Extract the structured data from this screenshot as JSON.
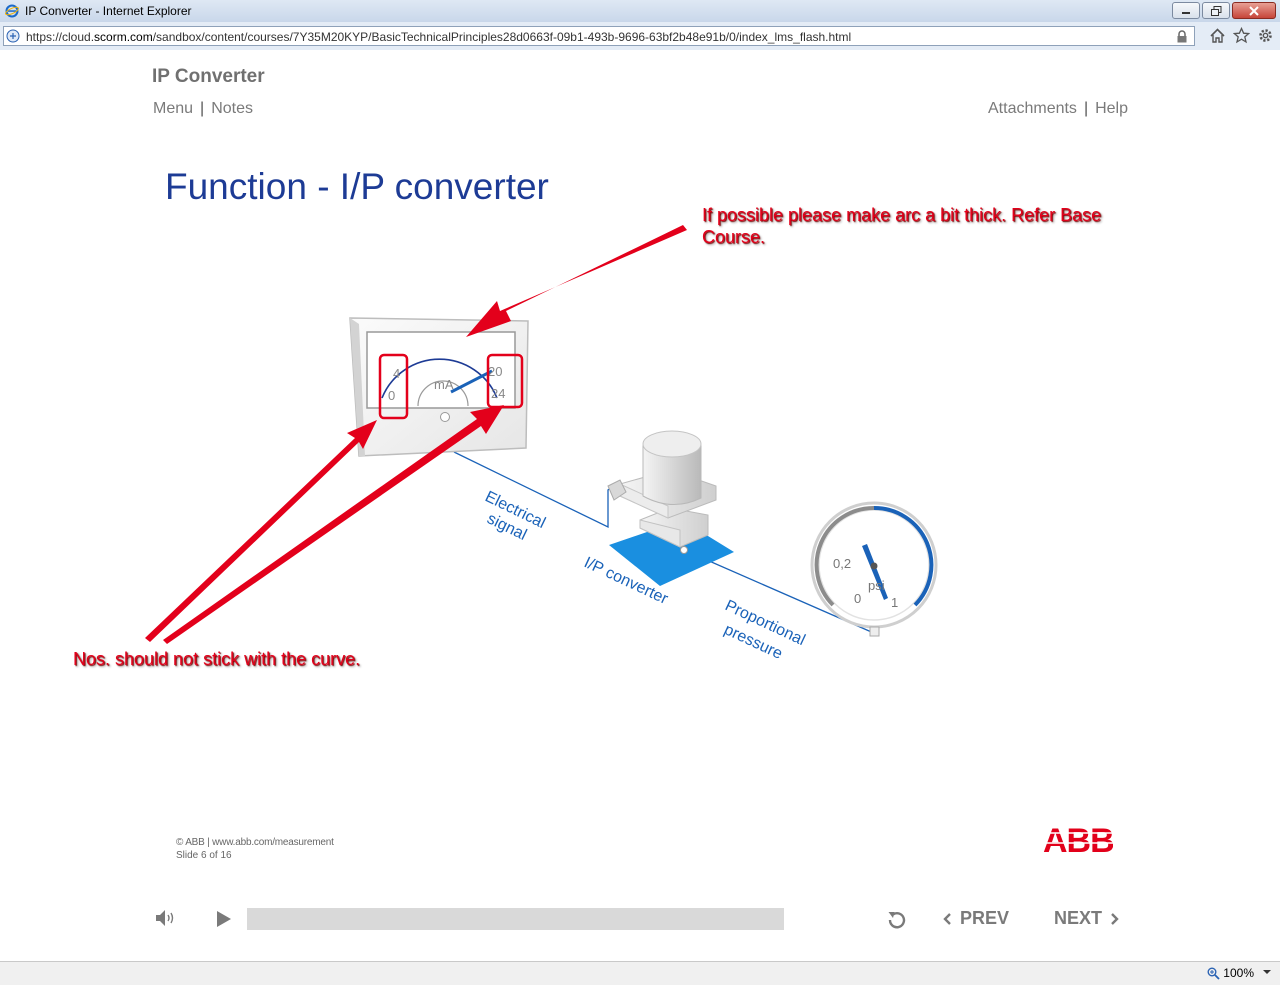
{
  "window": {
    "title": "IP Converter - Internet Explorer",
    "url_prefix": "https://cloud.",
    "url_domain": "scorm.com",
    "url_path": "/sandbox/content/courses/7Y35M20KYP/BasicTechnicalPrinciples28d0663f-09b1-493b-9696-63bf2b48e91b/0/index_lms_flash.html",
    "zoom": "100%"
  },
  "course": {
    "title": "IP Converter",
    "nav_left": [
      "Menu",
      "Notes"
    ],
    "nav_right": [
      "Attachments",
      "Help"
    ]
  },
  "slide": {
    "heading": "Function - I/P converter",
    "meter": {
      "unit": "mA",
      "ticks_left": [
        "4",
        "0"
      ],
      "ticks_right": [
        "20",
        "24"
      ]
    },
    "labels": {
      "electrical_line1": "Electrical",
      "electrical_line2": "signal",
      "converter": "I/P converter",
      "pressure_line1": "Proportional",
      "pressure_line2": "pressure"
    },
    "gauge": {
      "unit": "psi",
      "tick_a": "0,2",
      "tick_b": "0",
      "tick_c": "1"
    }
  },
  "annotations": {
    "top": "If possible please make arc a bit thick. Refer Base Course.",
    "bottom": "Nos. should not stick with the curve."
  },
  "footer": {
    "copyright": "© ABB | www.abb.com/measurement",
    "slide_counter": "Slide 6 of 16",
    "brand": "ABB"
  },
  "player": {
    "progress": 0,
    "prev_label": "PREV",
    "next_label": "NEXT"
  },
  "colors": {
    "heading_blue": "#1d3b95",
    "annotation_red": "#e3001b",
    "converter_blue": "#1a8fe0",
    "abb_red": "#e2001a"
  }
}
